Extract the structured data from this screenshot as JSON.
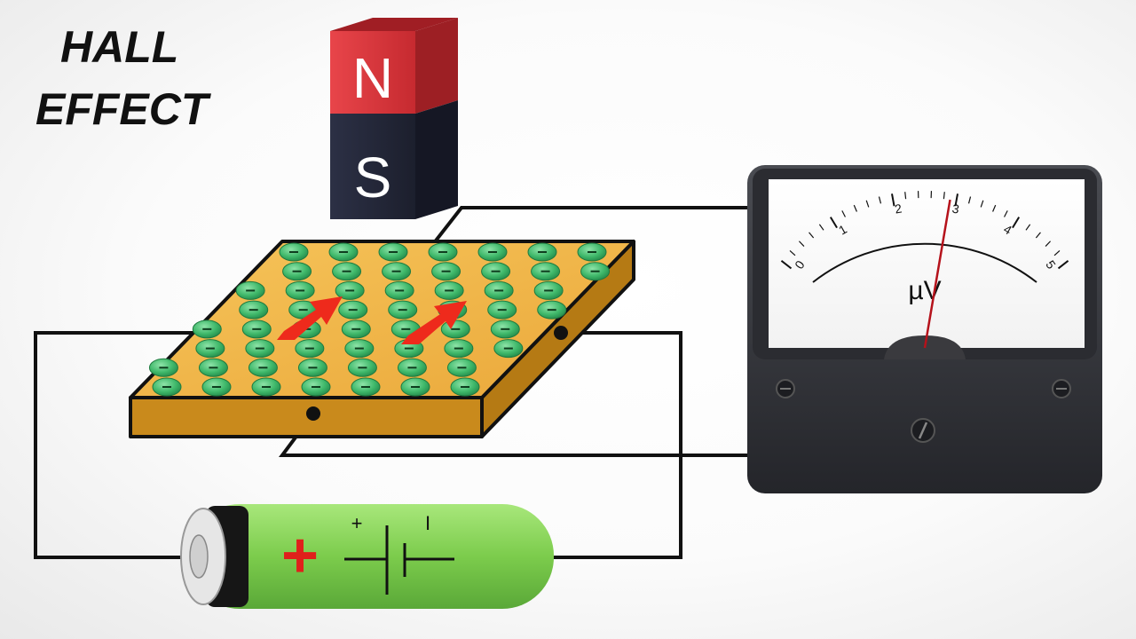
{
  "title": {
    "line1": "HALL",
    "line2": "EFFECT"
  },
  "magnet": {
    "north_label": "N",
    "south_label": "S",
    "north_color": "#e23a3f",
    "south_color": "#262a3d"
  },
  "plate": {
    "charge_symbol": "−",
    "top_color": "#f0b64a",
    "side_color": "#c98a1c",
    "charge_color": "#3fb86a"
  },
  "voltmeter": {
    "unit": "µV",
    "scale_min": 0,
    "scale_max": 5,
    "scale_labels": [
      "0",
      "1",
      "2",
      "3",
      "4",
      "5"
    ],
    "needle_value": 2.9
  },
  "battery": {
    "plus_symbol": "+",
    "pos_label": "+",
    "neg_label": "I",
    "body_color": "#8ed85a"
  }
}
